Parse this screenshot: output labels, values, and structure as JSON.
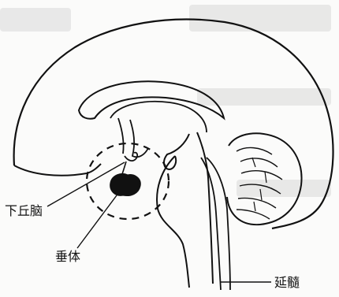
{
  "diagram": {
    "labels": {
      "hypothalamus": "下丘脑",
      "pituitary": "垂体",
      "medulla": "延髓"
    },
    "colors": {
      "ink": "#111111",
      "background": "#fbfbfa",
      "bleed_through": "#d9d9d9"
    }
  }
}
